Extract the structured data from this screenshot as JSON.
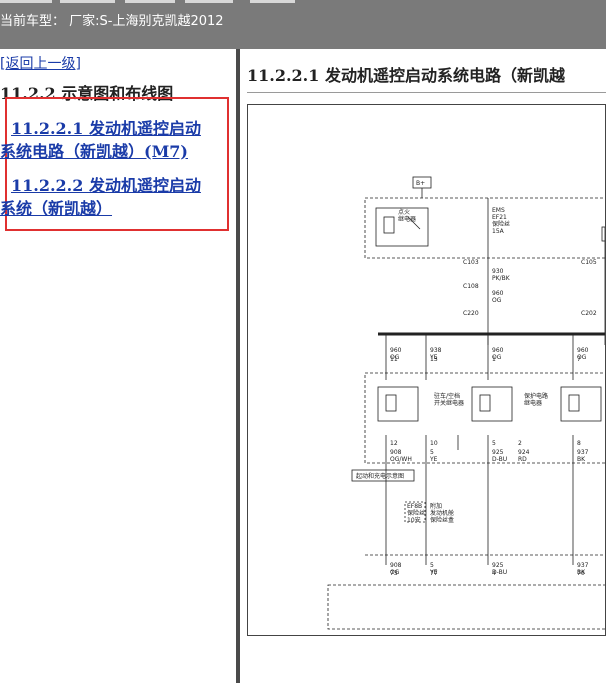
{
  "header": {
    "label": "当前车型： 厂家:S-上海别克凯越2012"
  },
  "nav": {
    "back_link": "[返回上一级]",
    "section_title": "11.2.2 示意图和布线图",
    "links": [
      {
        "line1": "11.2.2.1 发动机遥控启动",
        "line2": "系统电路（新凯越）(M7)"
      },
      {
        "line1": "11.2.2.2 发动机遥控启动",
        "line2": "系统（新凯越）"
      }
    ]
  },
  "content": {
    "title": "11.2.2.1 发动机遥控启动系统电路（新凯越"
  },
  "diagram": {
    "power_label": "B+",
    "ign_relay": "点火\n继电器",
    "ems_fuse": "EMS\nEF21\n保险丝\n15A",
    "conn_c103": "C103",
    "wire_930": "930\nPK/BK",
    "conn_c108": "C108",
    "wire_960": "960\nOG",
    "conn_c220": "C220",
    "conn_c105": "C105",
    "conn_c202": "C202",
    "relay1": "驻车/空档\n开关继电器",
    "relay2": "保护电路\n继电器",
    "charge_label": "起动和充电示意图",
    "fuse_label": "EF8B\n保险丝\n10安",
    "aux_box": "附加\n发动机舱\n保险丝盒",
    "pins_top": [
      "11",
      "13",
      "1",
      "7"
    ],
    "pins_top_wires": [
      "960\nOG",
      "938\nYE",
      "960\nOG",
      "960\nOG"
    ],
    "pins_bottom": [
      "12",
      "10",
      "5",
      "2",
      "8"
    ],
    "pins_bottom_wires": [
      "908\nOG/WH",
      "5\nYE",
      "925\nD-BU",
      "924\nRD",
      "937\nBK"
    ],
    "bottom_pins": [
      "73",
      "77",
      "4",
      "70"
    ],
    "bottom_wires": [
      "908\nOG",
      "5\nYE",
      "925\nD-BU",
      "937\nBK"
    ]
  }
}
